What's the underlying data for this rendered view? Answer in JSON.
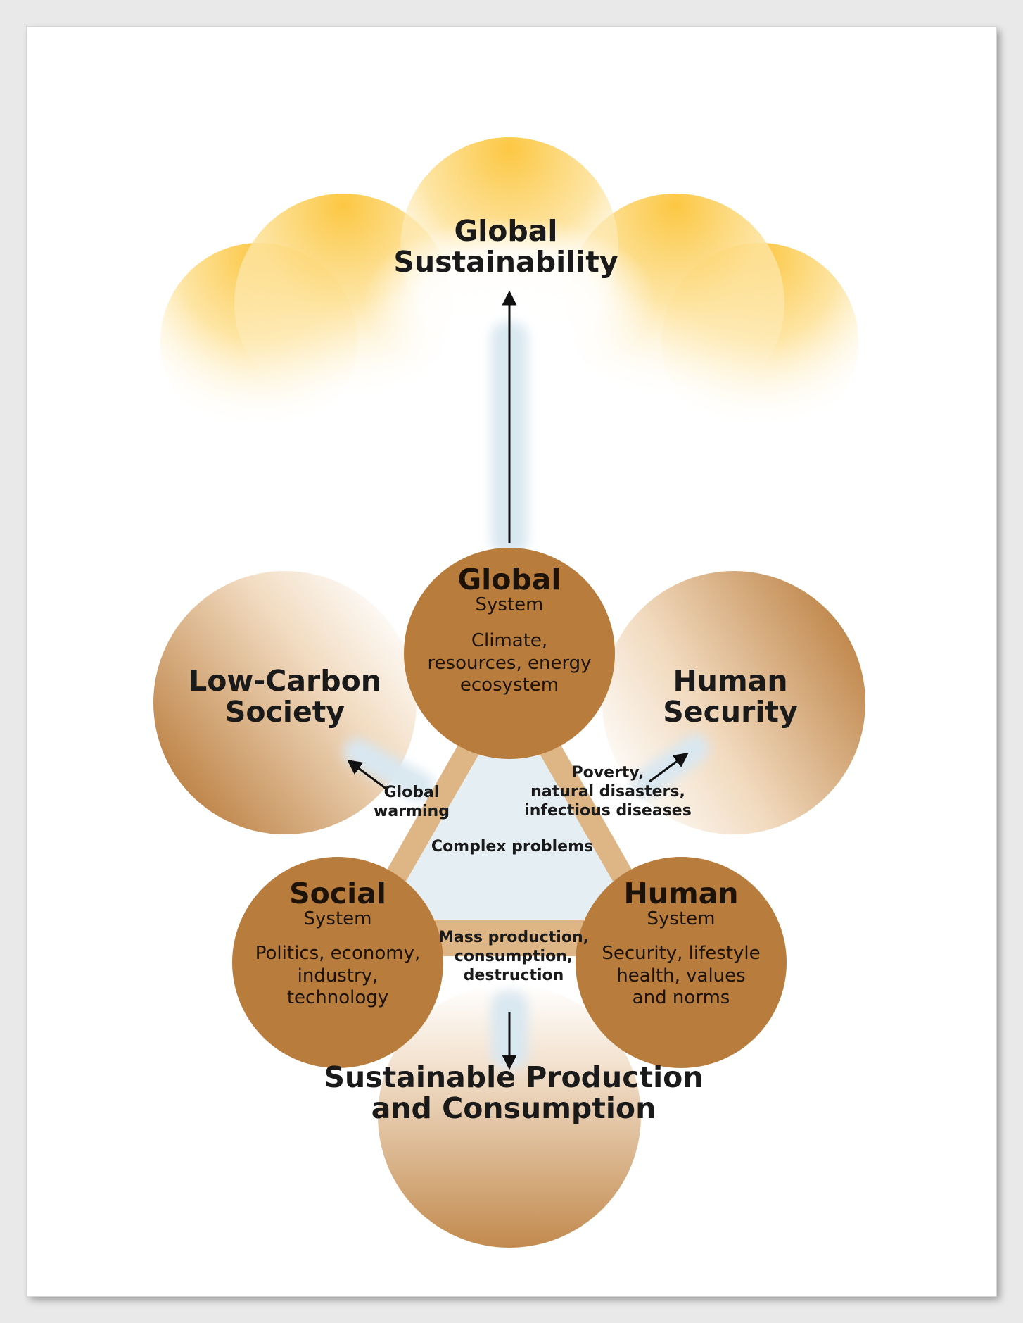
{
  "goal": {
    "title_line1": "Global",
    "title_line2": "Sustainability"
  },
  "outcomes": {
    "low_carbon": {
      "line1": "Low-Carbon",
      "line2": "Society"
    },
    "human_security": {
      "line1": "Human",
      "line2": "Security"
    },
    "sustainable_pc": {
      "line1": "Sustainable Production",
      "line2": "and Consumption"
    }
  },
  "systems": {
    "global": {
      "title": "Global",
      "subtitle": "System",
      "desc1": "Climate,",
      "desc2": "resources, energy",
      "desc3": "ecosystem"
    },
    "social": {
      "title": "Social",
      "subtitle": "System",
      "desc1": "Politics, economy,",
      "desc2": "industry,",
      "desc3": "technology"
    },
    "human": {
      "title": "Human",
      "subtitle": "System",
      "desc1": "Security, lifestyle",
      "desc2": "health, values",
      "desc3": "and norms"
    }
  },
  "problems": {
    "center": "Complex problems",
    "global_warming_1": "Global",
    "global_warming_2": "warming",
    "poverty_1": "Poverty,",
    "poverty_2": "natural disasters,",
    "poverty_3": "infectious diseases",
    "mass_1": "Mass production,",
    "mass_2": "consumption,",
    "mass_3": "destruction"
  },
  "colors": {
    "system_fill": "#b87c3d",
    "outcome_fill": "#c08a4e",
    "cloud_fill": "#fcc742",
    "triangle_fill": "#e5eef3",
    "connector_fill": "#deb585",
    "glow": "#d9e7f0",
    "arrow": "#111111"
  }
}
